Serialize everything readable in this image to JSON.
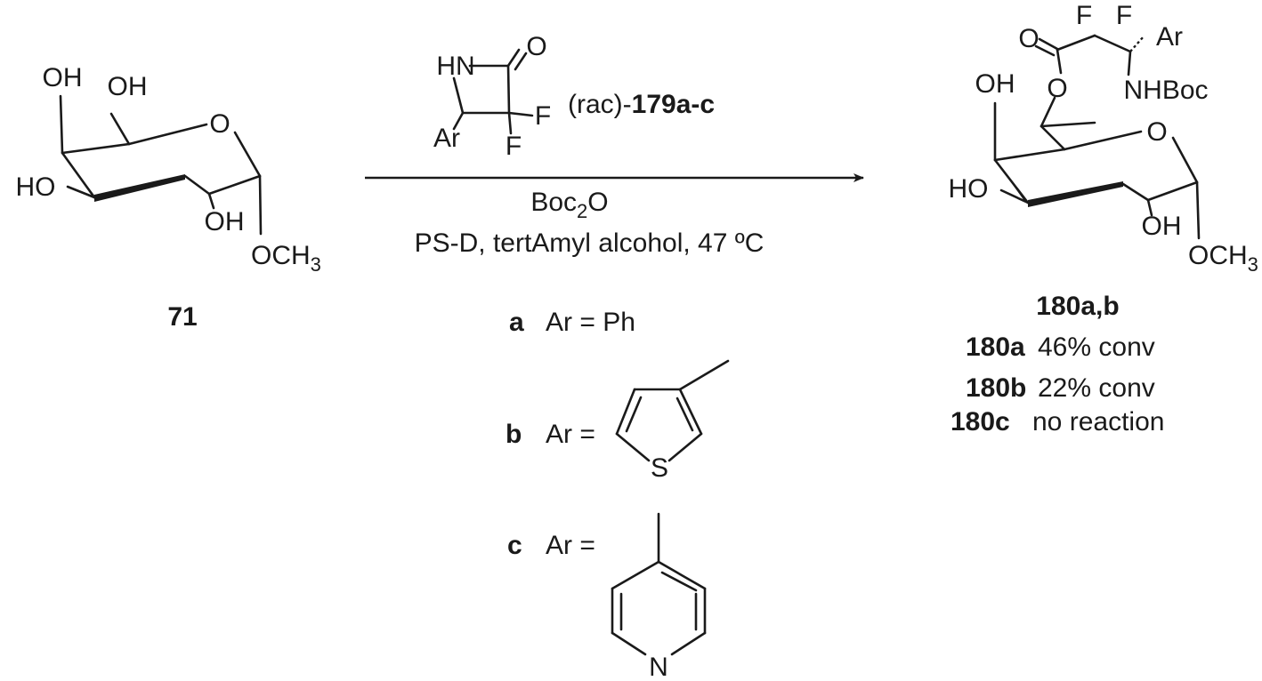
{
  "reactant": {
    "label": "71",
    "atoms": {
      "oh_top1": "OH",
      "oh_top2": "OH",
      "ring_o": "O",
      "ho_left": "HO",
      "oh_bottom": "OH",
      "och3_pre": "OCH",
      "och3_sub": "3"
    }
  },
  "reagent": {
    "lactam": {
      "hn": "HN",
      "o": "O",
      "f1": "F",
      "f2": "F",
      "ar": "Ar"
    },
    "rac_prefix": "(rac)-",
    "rac_bold": "179a-c",
    "boc_pre": "Boc",
    "boc_sub": "2",
    "boc_post": "O",
    "conditions": "PS-D, tertAmyl alcohol, 47 ºC"
  },
  "ar_variants": [
    {
      "key": "a",
      "text": "Ar = Ph"
    },
    {
      "key": "b",
      "text": "Ar =",
      "hetero": "S"
    },
    {
      "key": "c",
      "text": "Ar =",
      "hetero": "N"
    }
  ],
  "product": {
    "label": "180a,b",
    "atoms": {
      "f1": "F",
      "f2": "F",
      "ar": "Ar",
      "o_carbonyl": "O",
      "oh_top": "OH",
      "o_ester": "O",
      "nhboc": "NHBoc",
      "ring_o": "O",
      "ho_left": "HO",
      "oh_bottom": "OH",
      "och3_pre": "OCH",
      "och3_sub": "3"
    },
    "results": [
      {
        "id": "180a",
        "text": "46% conv"
      },
      {
        "id": "180b",
        "text": "22% conv"
      },
      {
        "id": "180c",
        "text": "no reaction"
      }
    ]
  }
}
